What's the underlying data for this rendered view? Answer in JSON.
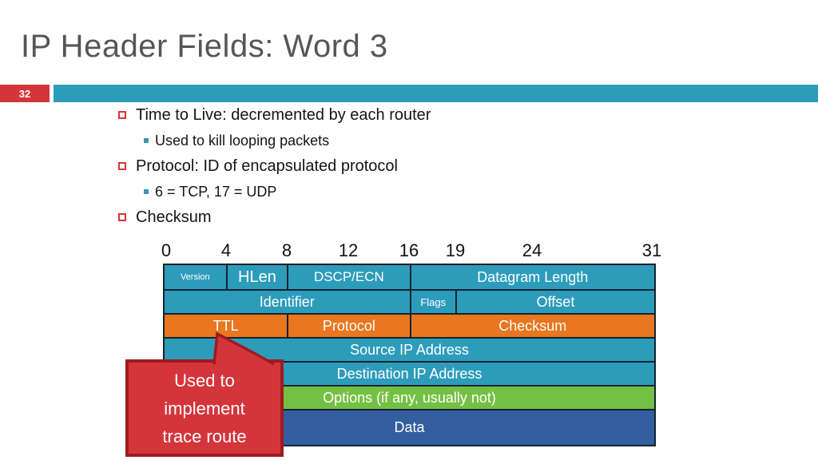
{
  "slide": {
    "title": "IP Header Fields: Word 3",
    "slide_number": "32"
  },
  "bullets": [
    {
      "level": 1,
      "text": "Time to Live: decremented by each router"
    },
    {
      "level": 2,
      "text": "Used to kill looping packets"
    },
    {
      "level": 1,
      "text": "Protocol: ID of encapsulated protocol"
    },
    {
      "level": 2,
      "text": "6 = TCP, 17 = UDP"
    },
    {
      "level": 1,
      "text": "Checksum"
    }
  ],
  "diagram": {
    "bit_labels": [
      "0",
      "4",
      "8",
      "12",
      "16",
      "19",
      "24",
      "31"
    ],
    "rows": [
      {
        "color": "teal",
        "cells": [
          {
            "label": "Version",
            "bits": 4
          },
          {
            "label": "HLen",
            "bits": 4
          },
          {
            "label": "DSCP/ECN",
            "bits": 8
          },
          {
            "label": "Datagram Length",
            "bits": 16
          }
        ]
      },
      {
        "color": "teal",
        "cells": [
          {
            "label": "Identifier",
            "bits": 16
          },
          {
            "label": "Flags",
            "bits": 3
          },
          {
            "label": "Offset",
            "bits": 13
          }
        ]
      },
      {
        "color": "orange",
        "cells": [
          {
            "label": "TTL",
            "bits": 8
          },
          {
            "label": "Protocol",
            "bits": 8
          },
          {
            "label": "Checksum",
            "bits": 16
          }
        ]
      },
      {
        "color": "teal",
        "cells": [
          {
            "label": "Source IP Address",
            "bits": 32
          }
        ]
      },
      {
        "color": "teal",
        "cells": [
          {
            "label": "Destination IP Address",
            "bits": 32
          }
        ]
      },
      {
        "color": "green",
        "cells": [
          {
            "label": "Options (if any, usually not)",
            "bits": 32
          }
        ]
      },
      {
        "color": "blue",
        "cells": [
          {
            "label": "Data",
            "bits": 32
          }
        ]
      }
    ],
    "callout": {
      "lines": [
        "Used to",
        "implement",
        "trace route"
      ]
    }
  },
  "colors": {
    "accent_teal": "#2D9CBB",
    "accent_orange": "#E8771F",
    "accent_green": "#74C044",
    "accent_blue": "#335E9F",
    "accent_red": "#D4353B",
    "callout_border_red": "#9E1B20",
    "table_border": "#13232E",
    "title_gray": "#55565A"
  }
}
